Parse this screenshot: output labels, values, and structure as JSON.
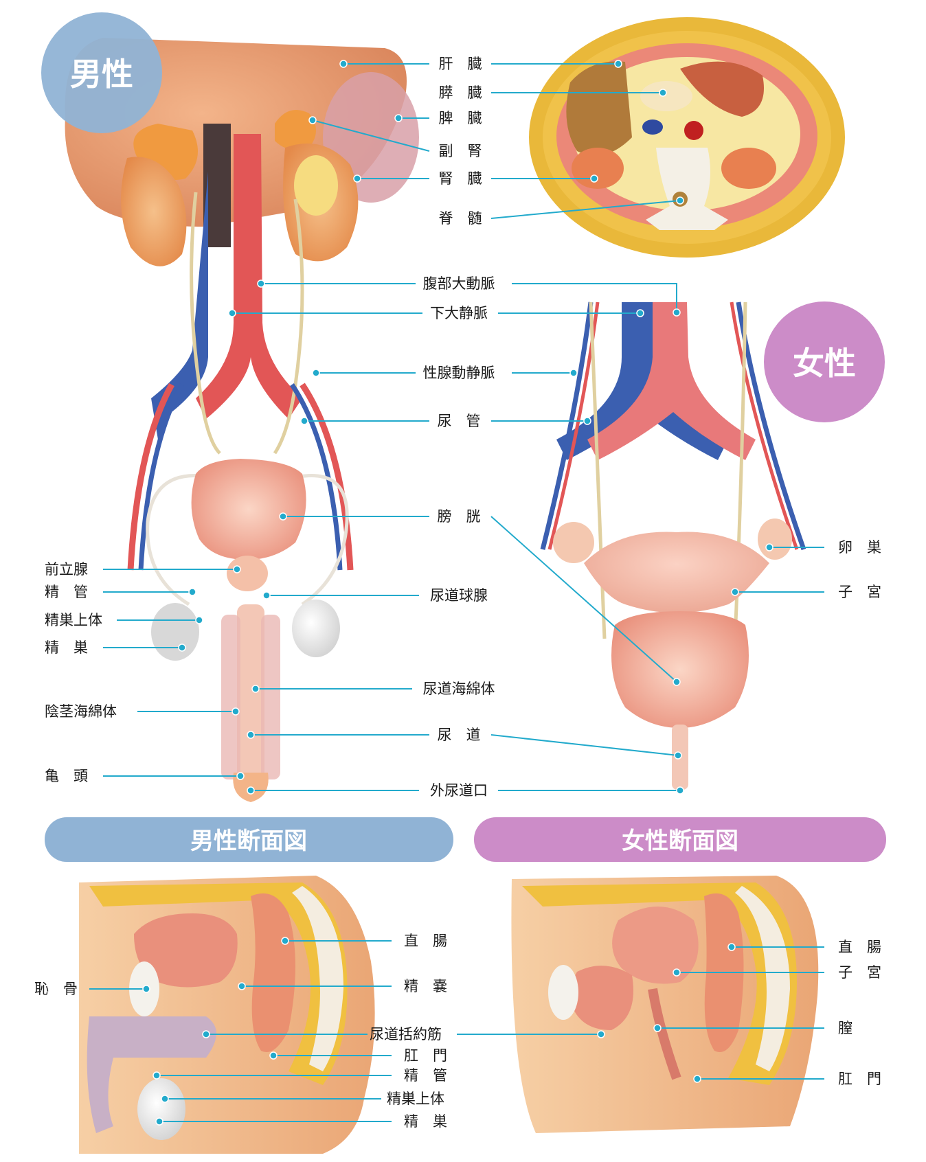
{
  "badges": {
    "male": "男性",
    "female": "女性"
  },
  "banners": {
    "male_section": "男性断面図",
    "female_section": "女性断面図"
  },
  "colors": {
    "male": "#90b3d5",
    "female": "#cc8cc8",
    "leader": "#22aacc"
  },
  "labels": {
    "liver": "肝　臓",
    "pancreas": "膵　臓",
    "spleen": "脾　臓",
    "adrenal": "副　腎",
    "kidney": "腎　臓",
    "spinal_cord": "脊　髄",
    "abdominal_aorta": "腹部大動脈",
    "ivc": "下大静脈",
    "gonadal_vessels": "性腺動静脈",
    "ureter": "尿　管",
    "bladder": "膀　胱",
    "prostate": "前立腺",
    "vas_deferens": "精　管",
    "epididymis": "精巣上体",
    "testis": "精　巣",
    "bulbourethral": "尿道球腺",
    "urethral_sponge": "尿道海綿体",
    "corpus_cavernosum": "陰茎海綿体",
    "urethra": "尿　道",
    "glans": "亀　頭",
    "ext_urethral_orifice": "外尿道口",
    "ovary": "卵　巣",
    "uterus": "子　宮",
    "rectum_m": "直　腸",
    "seminal_vesicle": "精　嚢",
    "pubis": "恥　骨",
    "urethral_sphincter": "尿道括約筋",
    "anus_m": "肛　門",
    "vas_deferens_2": "精　管",
    "epididymis_2": "精巣上体",
    "testis_2": "精　巣",
    "rectum_f": "直　腸",
    "uterus_2": "子　宮",
    "vagina": "膣",
    "anus_f": "肛　門"
  }
}
